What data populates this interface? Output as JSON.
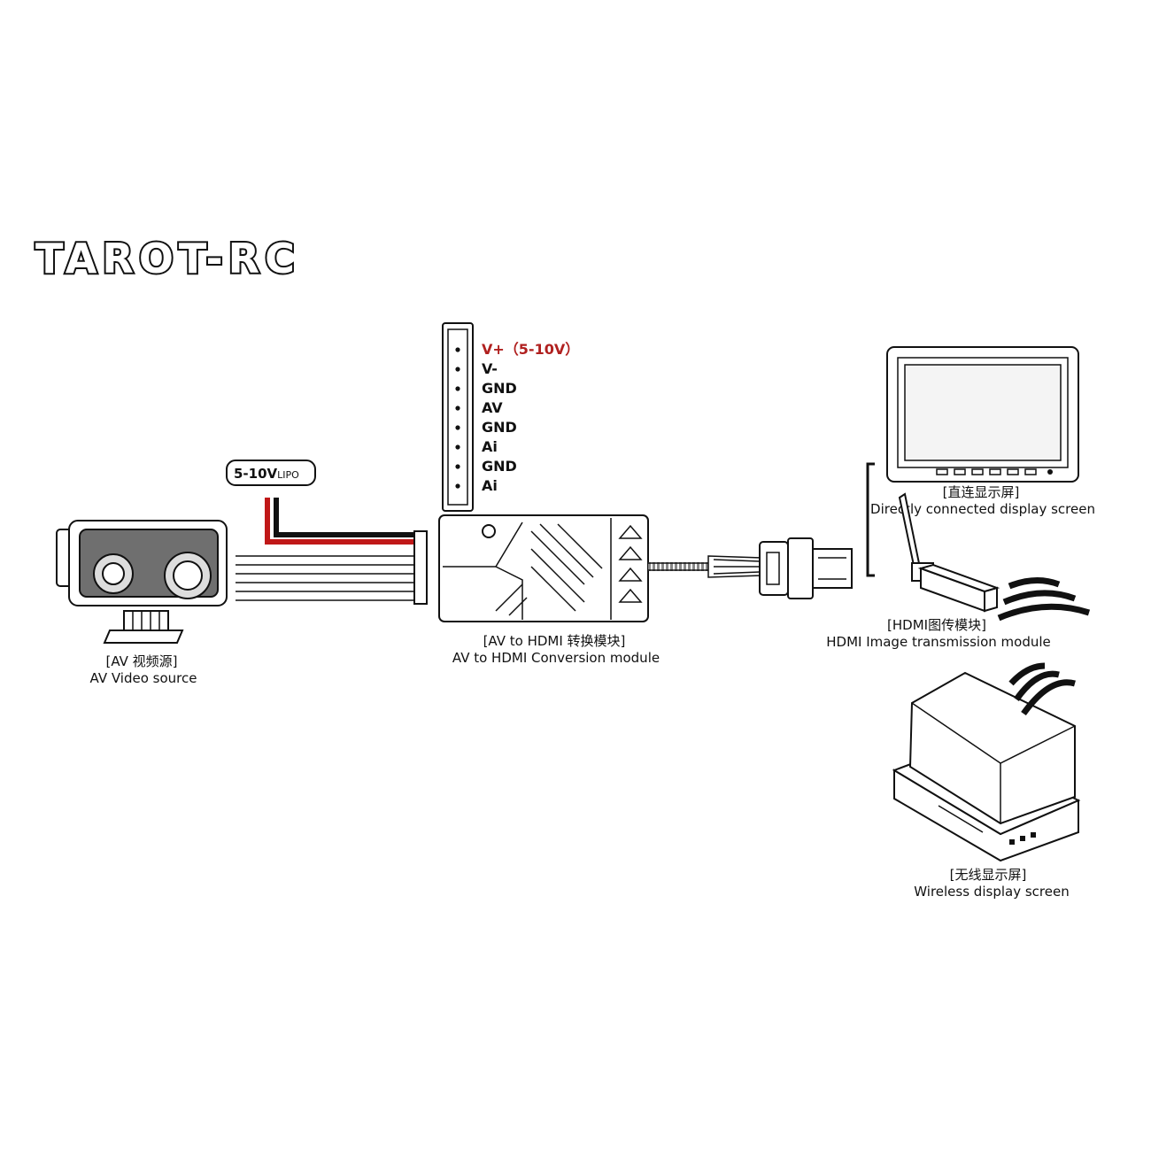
{
  "logo": {
    "text": "TAROT-RC"
  },
  "battery": {
    "label": "5-10V",
    "suffix": "LIPO"
  },
  "pins": [
    "V+（5-10V）",
    "V-",
    "GND",
    "AV",
    "GND",
    "Ai",
    "GND",
    "Ai"
  ],
  "colors": {
    "accent_red": "#b0201f",
    "wire_red": "#c01818",
    "wire_black": "#111111",
    "camera_face": "#6f6f6f"
  },
  "labels": {
    "camera_cn": "[AV 视频源]",
    "camera_en": "AV Video source",
    "converter_cn": "[AV to HDMI 转换模块]",
    "converter_en": "AV to HDMI Conversion module",
    "direct_cn": "[直连显示屏]",
    "direct_en": "Directly connected display screen",
    "hdmi_tx_cn": "[HDMI图传模块]",
    "hdmi_tx_en": "HDMI Image transmission module",
    "wireless_cn": "[无线显示屏]",
    "wireless_en": "Wireless display screen"
  }
}
